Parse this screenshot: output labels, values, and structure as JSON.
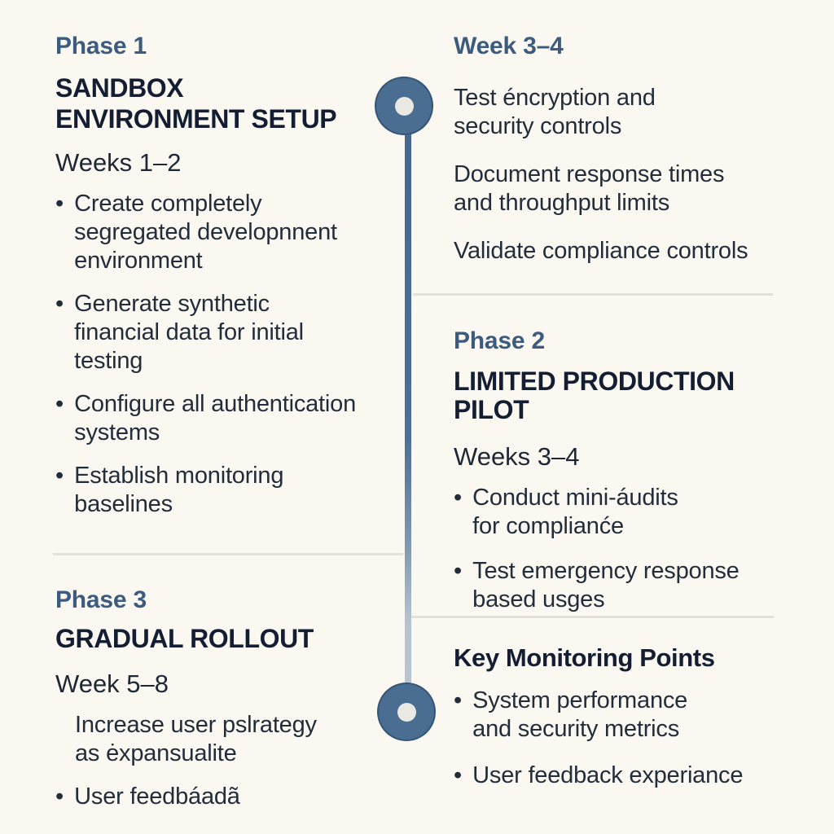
{
  "palette": {
    "background": "#faf8f1",
    "accent_node": "#4a6d92",
    "spine_top": "#44678f",
    "spine_bottom": "#b9c5d0",
    "node_inner_dot": "#e9e8e3",
    "eyebrow_text": "#3d5b7e",
    "title_text": "#131e32",
    "body_text": "#222d3b",
    "divider": "#e2e0da"
  },
  "icons": {
    "bullet": "•",
    "timeline_node": "filled circle with light center dot"
  },
  "left_column": {
    "phase1": {
      "eyebrow": "Phase 1",
      "title": [
        "SANDBOX",
        "ENVIRONMENT SETUP"
      ],
      "subtitle": "Weeks 1–2",
      "bullets": [
        [
          "Create completely",
          "segregated developnnent",
          "environment"
        ],
        [
          "Generate synthetic",
          "financial data for initial",
          "testing"
        ],
        [
          "Configure all authentication",
          "systems"
        ],
        [
          "Establish monitoring",
          "baselines"
        ]
      ]
    },
    "phase3": {
      "eyebrow": "Phase 3",
      "title": "GRADUAL ROLLOUT",
      "subtitle": "Week 5–8",
      "unbulleted_item": [
        "Increase user pslrategy",
        "as ėxpansualite"
      ],
      "bullets": [
        [
          "User feedbáadã"
        ]
      ]
    }
  },
  "right_column": {
    "week34": {
      "eyebrow": "Week 3–4",
      "paragraphs": [
        [
          "Test éncryption and",
          "security controls"
        ],
        [
          "Document response times",
          "and throughput limits"
        ],
        [
          "Validate compliance controls"
        ]
      ]
    },
    "phase2": {
      "eyebrow": "Phase 2",
      "title": "LIMITED PRODUCTION PILOT",
      "subtitle": "Weeks 3–4",
      "bullets": [
        [
          "Conduct mini-áudits",
          "for complianće"
        ],
        [
          "Test emergency response",
          "based usges"
        ]
      ]
    },
    "monitoring": {
      "title": "Key Monitoring Points",
      "bullets": [
        [
          "System performance",
          "and security metrics"
        ],
        [
          "User feedback experiance"
        ]
      ]
    }
  }
}
